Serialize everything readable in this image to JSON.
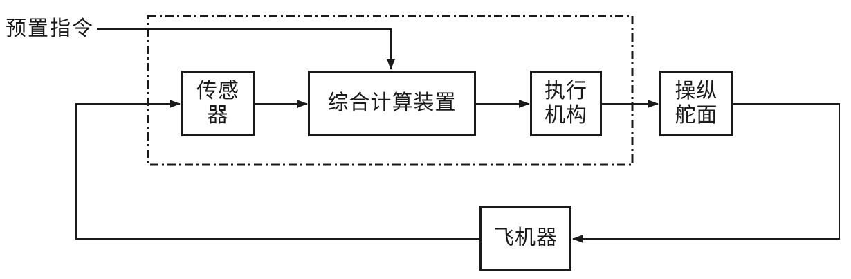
{
  "diagram": {
    "input_label": "预置指令",
    "blocks": [
      {
        "id": "sensor",
        "lines": [
          "传感",
          "器"
        ]
      },
      {
        "id": "integrated-computer",
        "lines": [
          "综合计算装置"
        ]
      },
      {
        "id": "actuator",
        "lines": [
          "执行",
          "机构"
        ]
      },
      {
        "id": "control-surface",
        "lines": [
          "操纵",
          "舵面"
        ]
      },
      {
        "id": "aircraft",
        "lines": [
          "飞机器"
        ]
      }
    ],
    "boundary_style": "dash-dot",
    "colors": {
      "line": "#1a1a1a",
      "background": "#ffffff"
    }
  }
}
